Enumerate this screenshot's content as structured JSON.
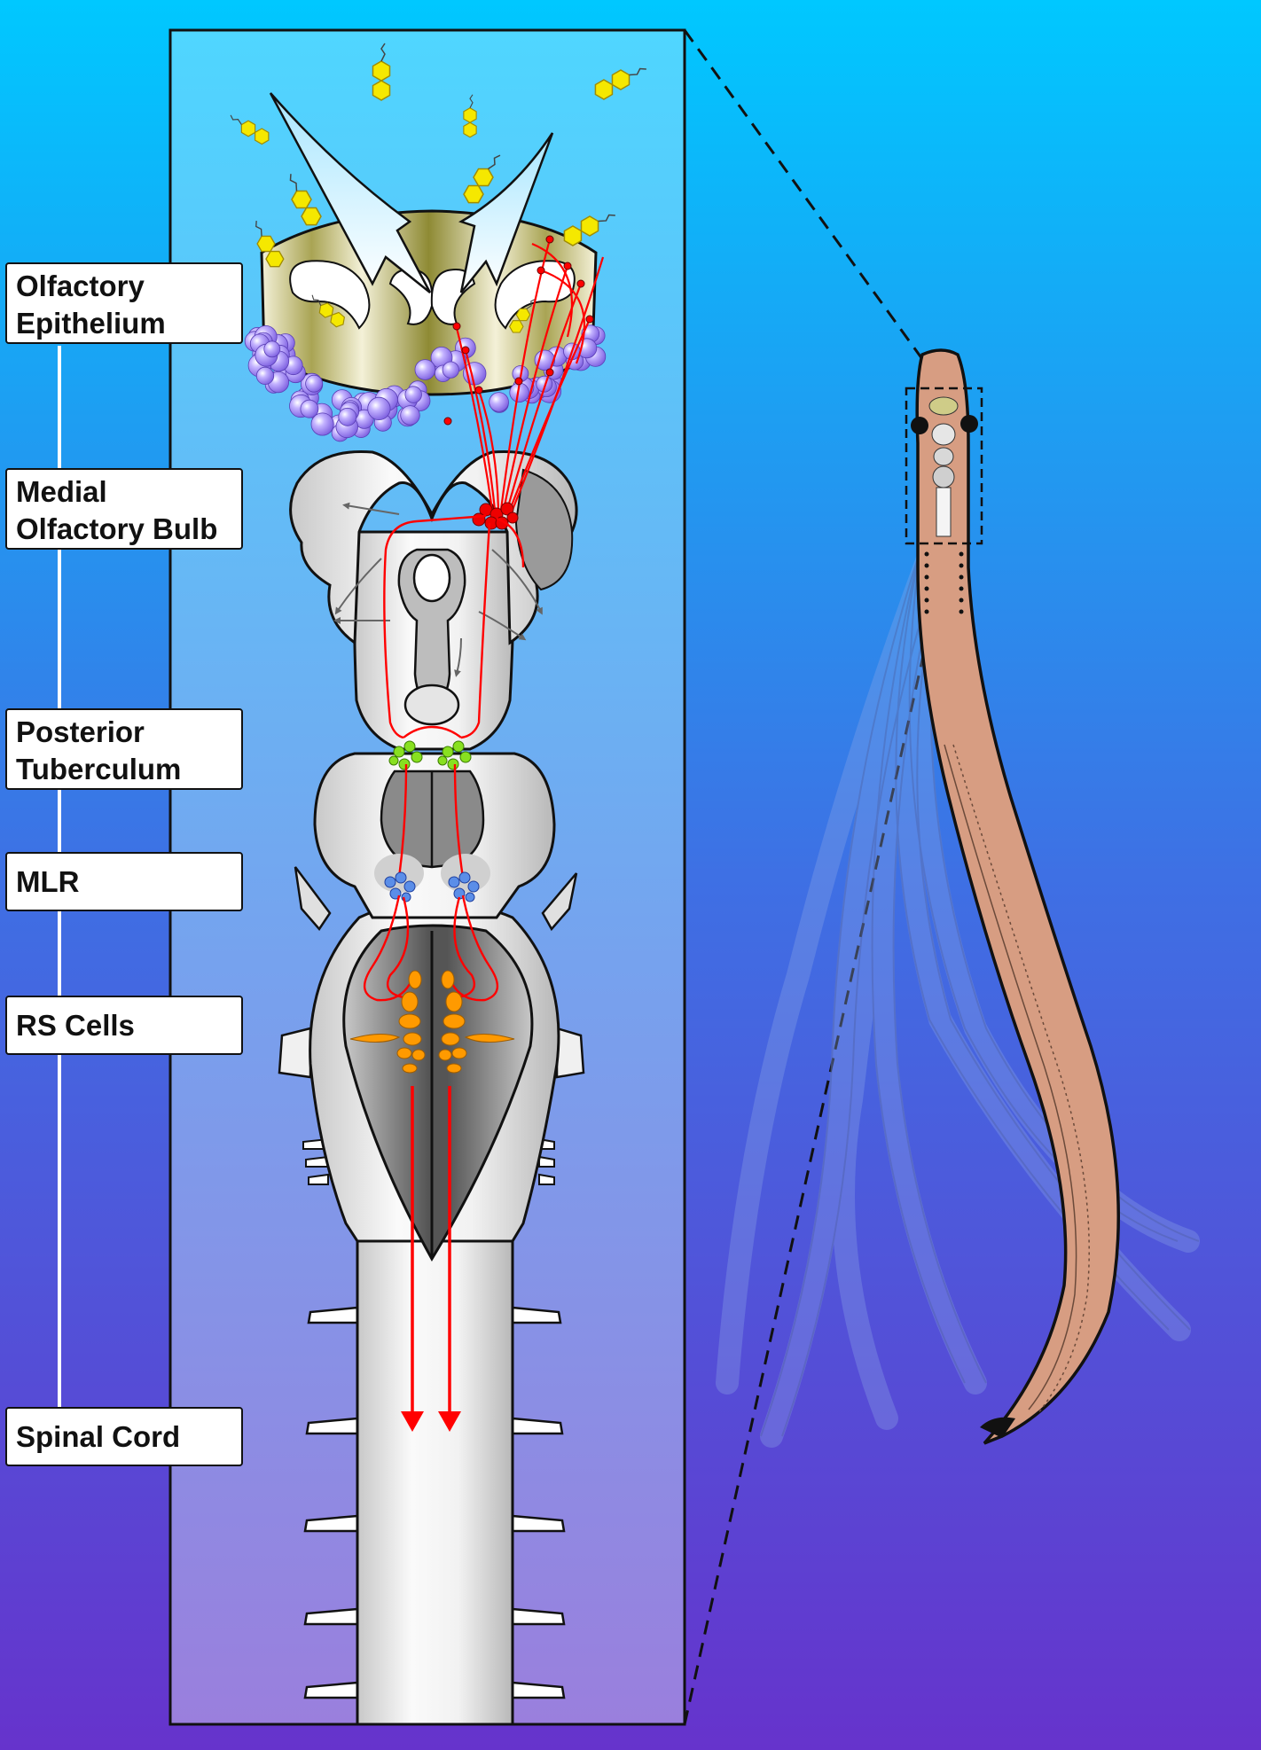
{
  "labels": [
    {
      "id": "olfactory-epithelium",
      "text": "Olfactory\nEpithelium"
    },
    {
      "id": "medial-olfactory-bulb",
      "text": "Medial\nOlfactory Bulb"
    },
    {
      "id": "posterior-tuberculum",
      "text": "Posterior\nTuberculum"
    },
    {
      "id": "mlr",
      "text": "MLR"
    },
    {
      "id": "rs-cells",
      "text": "RS Cells"
    },
    {
      "id": "spinal-cord",
      "text": "Spinal Cord"
    }
  ],
  "colors": {
    "background_top": "#00c8ff",
    "background_bottom": "#6633cc",
    "panel_top": "#4fd6ff",
    "panel_bottom": "#9a7fdd",
    "odorant": "#f5e800",
    "olfactory_neuron": "#a58cf0",
    "projection": "#ff0000",
    "tuberculum_cells": "#88e020",
    "mlr_cells": "#5b8ee8",
    "rs_cells": "#ff9a00",
    "brain_tissue": "#e4e4e4",
    "lamprey_body": "#d79d82"
  },
  "icons": [
    "odorant-molecule-icon",
    "lamprey-icon",
    "inflow-arrow-icon"
  ]
}
